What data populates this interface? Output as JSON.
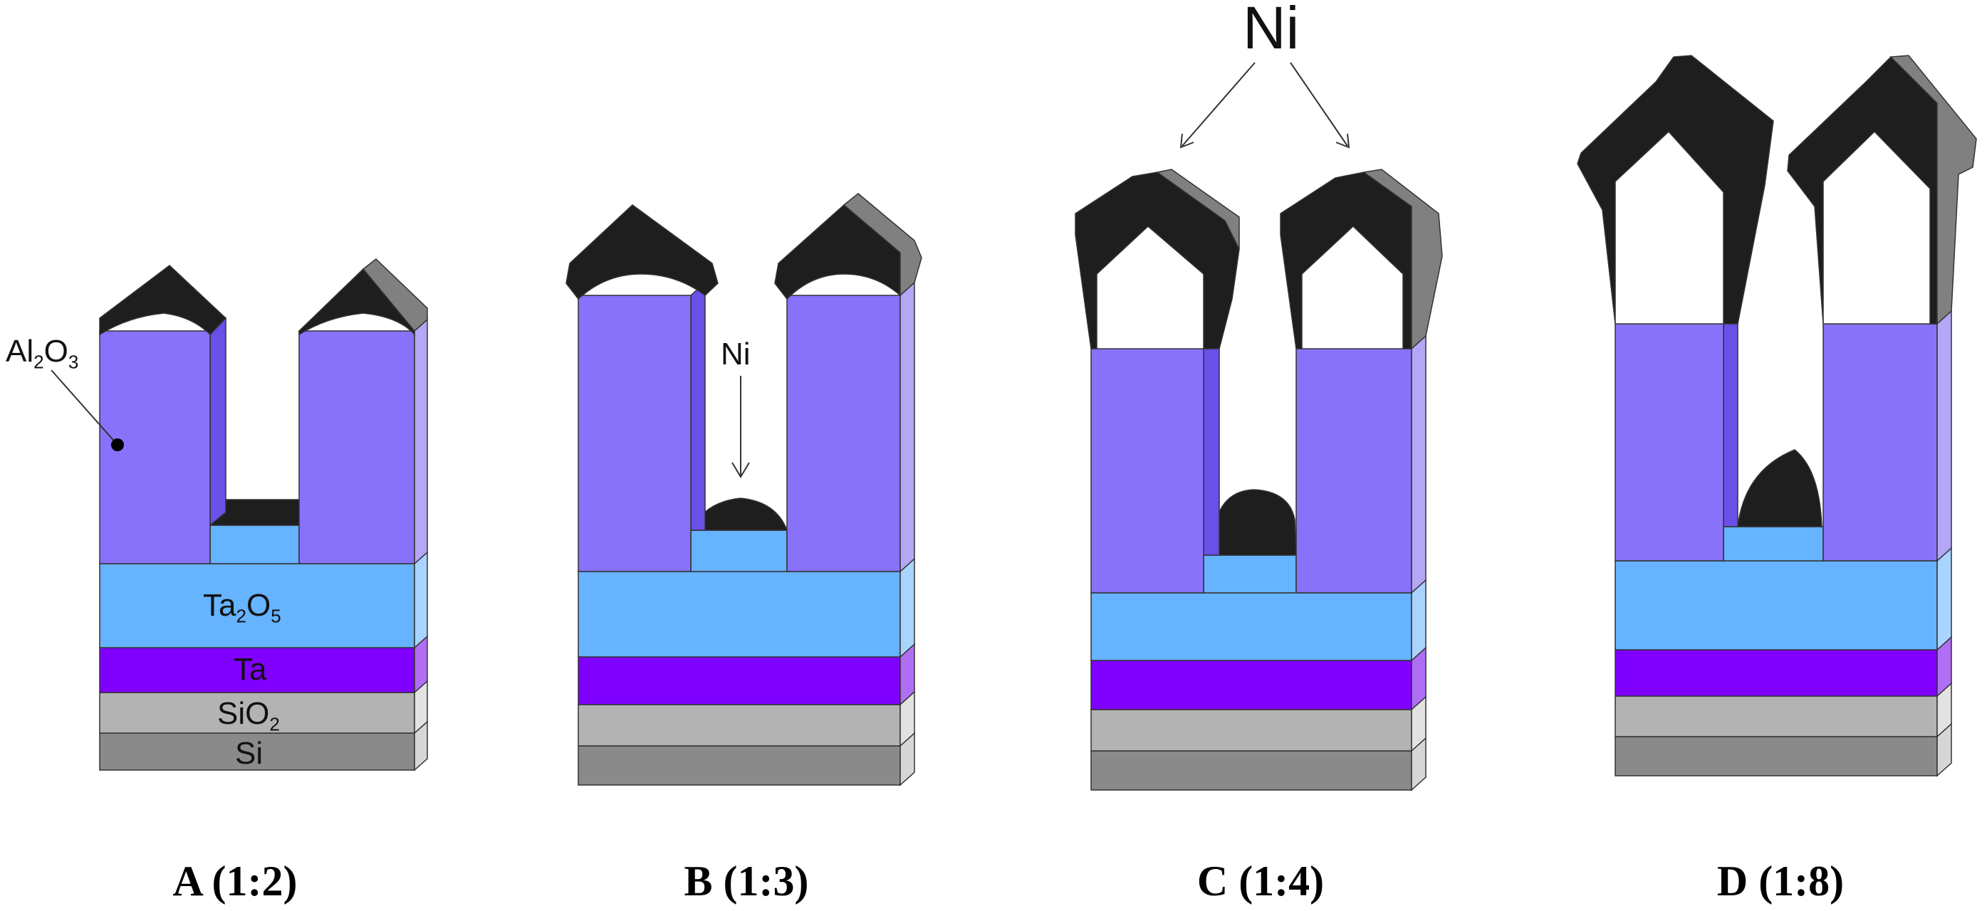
{
  "labels": {
    "al2o3": "Al2O3",
    "ta2o5": "Ta2O5",
    "ta": "Ta",
    "sio2": "SiO2",
    "si": "Si",
    "ni_b": "Ni",
    "ni_c": "Ni"
  },
  "captions": {
    "a": "A (1:2)",
    "b": "B (1:3)",
    "c": "C (1:4)",
    "d": "D (1:8)"
  },
  "colors": {
    "al2o3": "#8872fa",
    "al2o3_side": "#6a4fe8",
    "al2o3_side_light": "#b6a6f6",
    "ta2o5": "#66b3ff",
    "ta2o5_side": "#a9d4ff",
    "ta": "#8000ff",
    "ta_side": "#b06ef5",
    "sio2": "#b3b3b3",
    "sio2_side": "#e2e2e2",
    "si": "#8a8a8a",
    "si_side": "#d6d6d6",
    "ni": "#1e1e1e",
    "ni_side": "#808080"
  }
}
